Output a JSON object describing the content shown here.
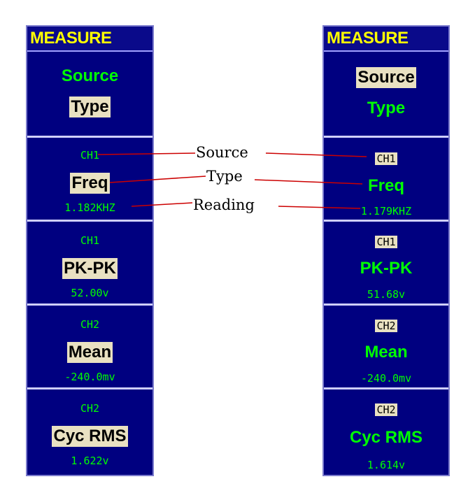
{
  "left_panel": {
    "title": "MEASURE",
    "header_cell": {
      "source_label": "Source",
      "type_label": "Type"
    },
    "cells": [
      {
        "source": "CH1",
        "type": "Freq",
        "reading": "1.182KHZ"
      },
      {
        "source": "CH1",
        "type": "PK-PK",
        "reading": "52.00v"
      },
      {
        "source": "CH2",
        "type": "Mean",
        "reading": "-240.0mv"
      },
      {
        "source": "CH2",
        "type": "Cyc RMS",
        "reading": "1.622v"
      }
    ]
  },
  "right_panel": {
    "title": "MEASURE",
    "header_cell": {
      "source_label": "Source",
      "type_label": "Type"
    },
    "cells": [
      {
        "source": "CH1",
        "type": "Freq",
        "reading": "1.179KHZ"
      },
      {
        "source": "CH1",
        "type": "PK-PK",
        "reading": "51.68v"
      },
      {
        "source": "CH2",
        "type": "Mean",
        "reading": "-240.0mv"
      },
      {
        "source": "CH2",
        "type": "Cyc RMS",
        "reading": "1.614v"
      }
    ]
  },
  "annotations": {
    "source": "Source",
    "type": "Type",
    "reading": "Reading"
  },
  "colors": {
    "panel_bg": "#000080",
    "title": "#ffff00",
    "value": "#00ff00",
    "highlight": "#e9e1c2",
    "connector": "#cc0000"
  }
}
